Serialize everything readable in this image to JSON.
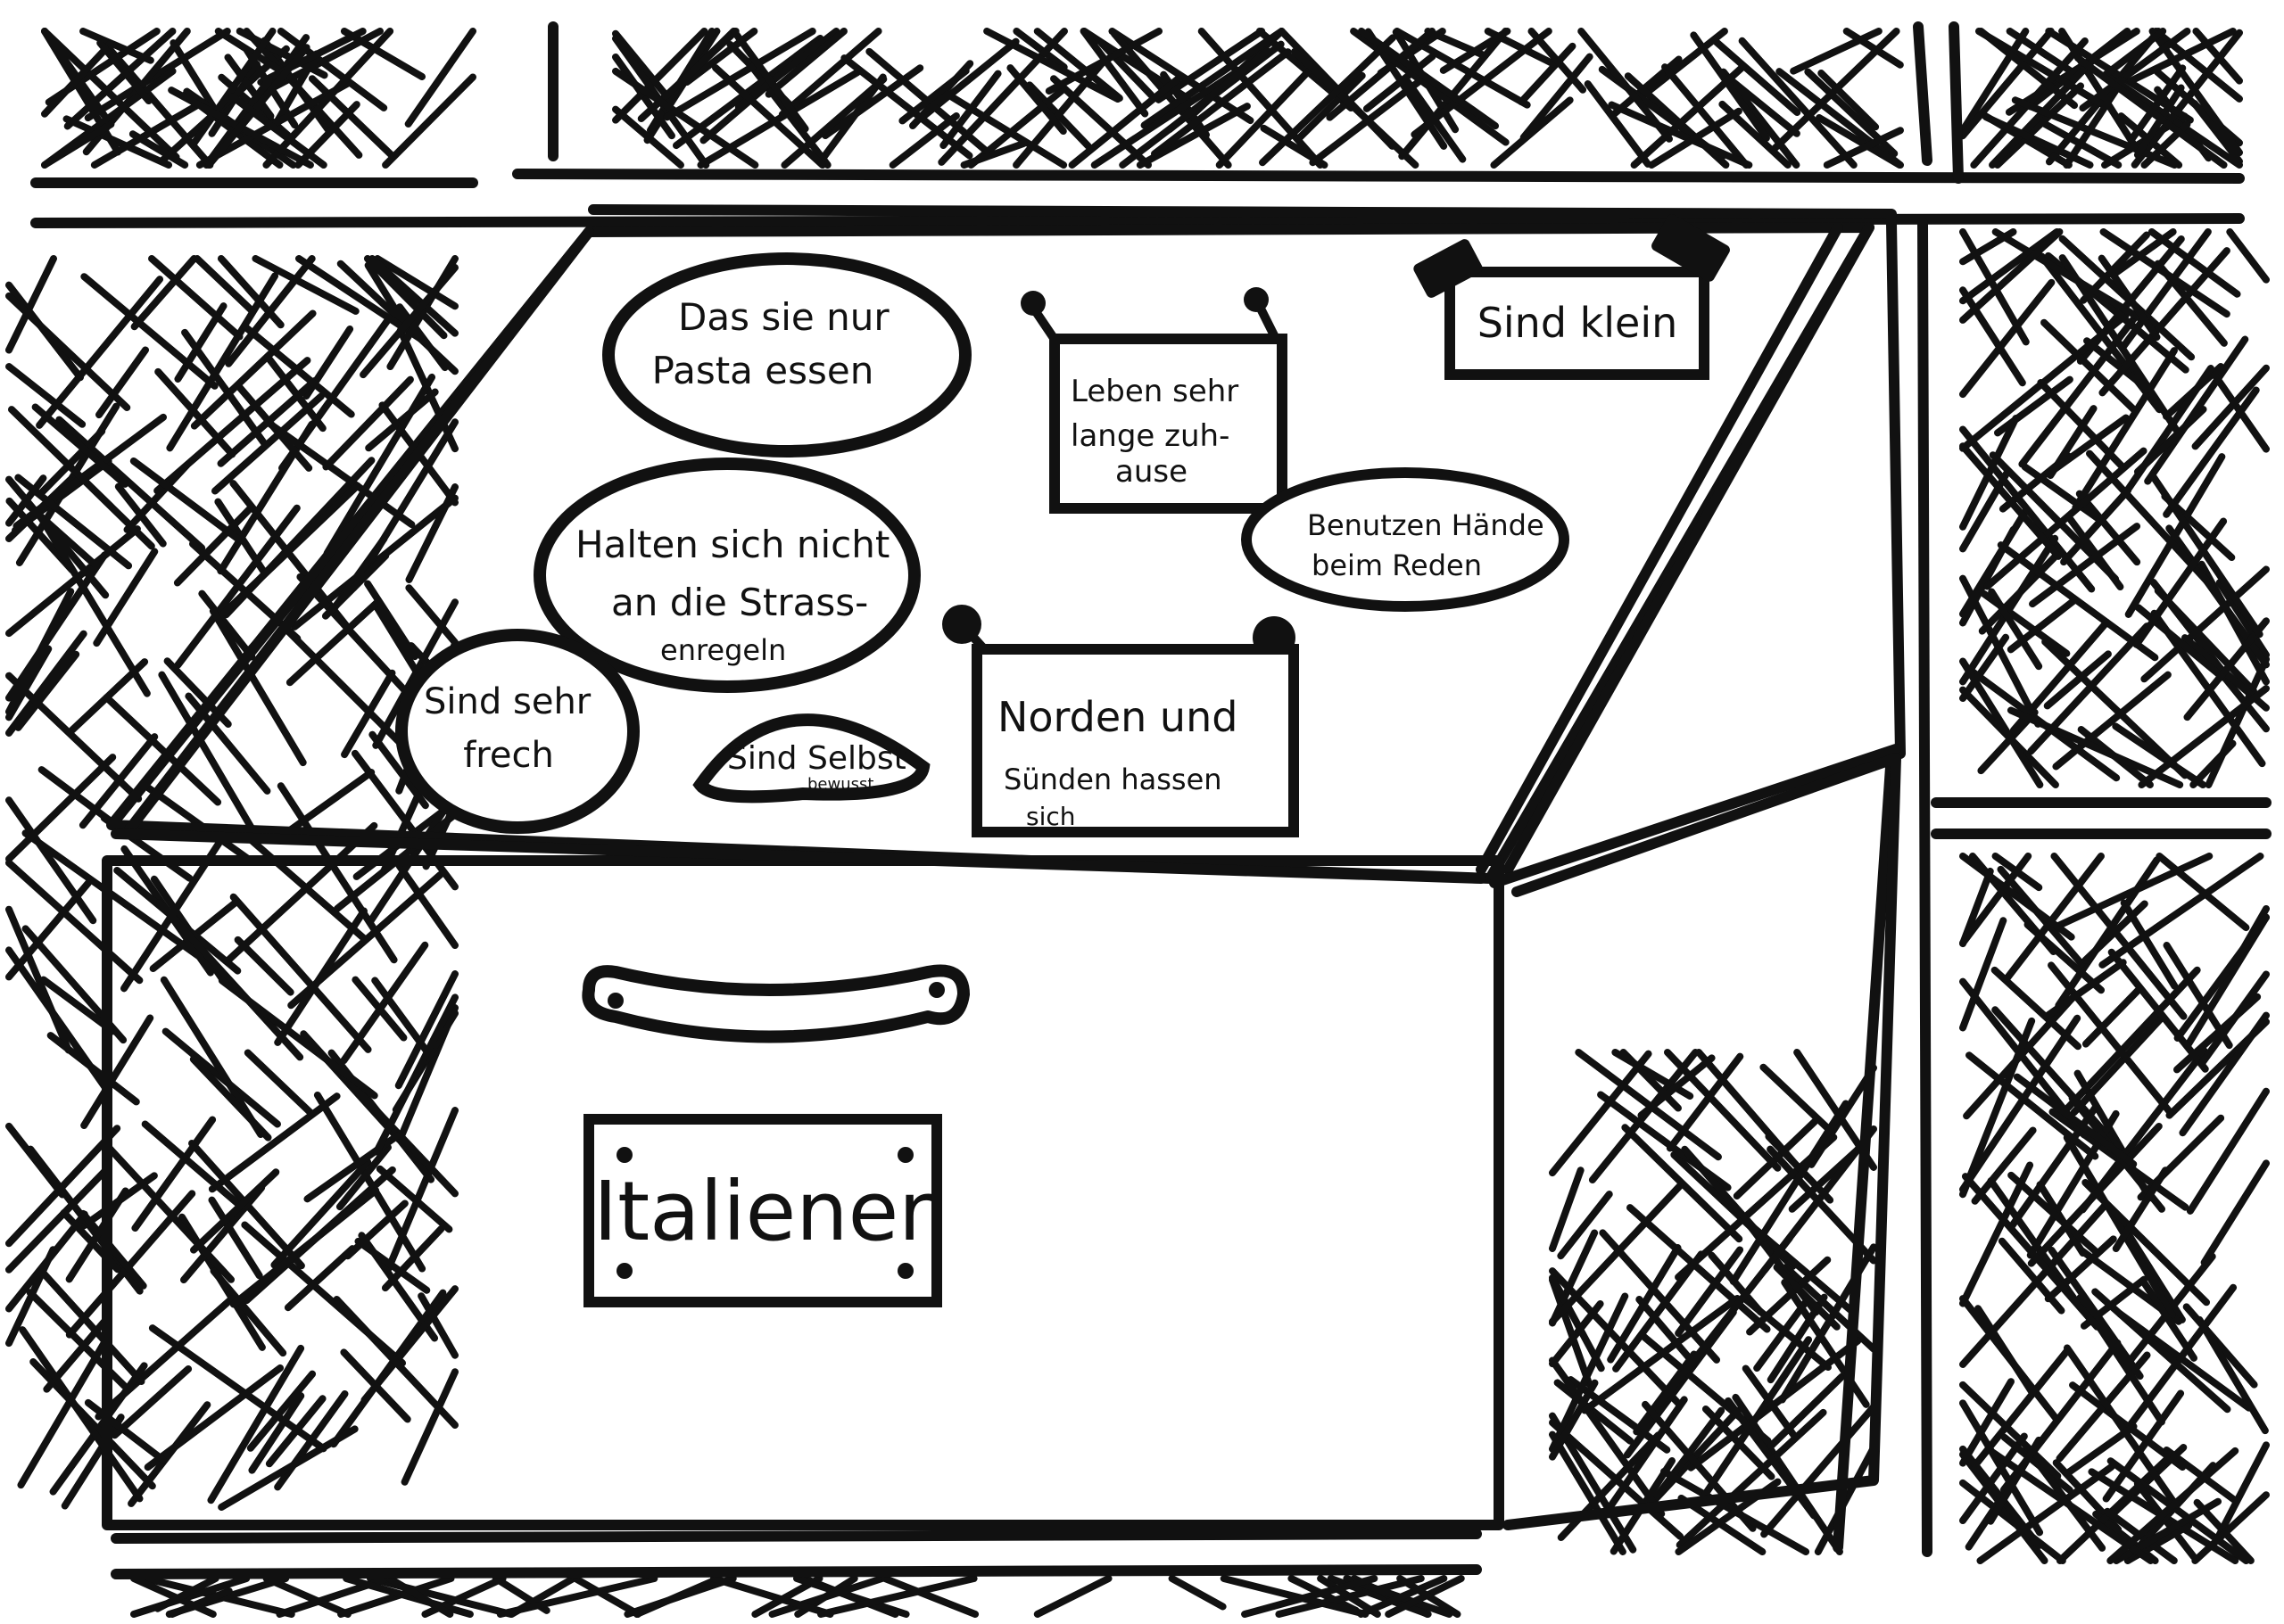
{
  "drawing": {
    "ink_color": "#111111",
    "paper_color": "#ffffff",
    "drawer_label": "Italiener",
    "notes": [
      {
        "id": "pasta",
        "shape": "oval",
        "lines": [
          "Das sie nur",
          "Pasta essen"
        ]
      },
      {
        "id": "zuhause",
        "shape": "hanging-sign",
        "lines": [
          "Leben sehr",
          "lange zuh-",
          "ause"
        ]
      },
      {
        "id": "klein",
        "shape": "taped-note",
        "lines": [
          "Sind klein"
        ]
      },
      {
        "id": "strasse",
        "shape": "oval",
        "lines": [
          "Halten sich nicht",
          "an die Strass-",
          "enregeln"
        ]
      },
      {
        "id": "haende",
        "shape": "oval",
        "lines": [
          "Benutzen Hände",
          "beim Reden"
        ]
      },
      {
        "id": "frech",
        "shape": "oval",
        "lines": [
          "Sind sehr",
          "frech"
        ]
      },
      {
        "id": "selbst",
        "shape": "oval",
        "lines": [
          "Sind Selbst",
          "bewusst"
        ]
      },
      {
        "id": "norden",
        "shape": "hanging-sign",
        "lines": [
          "Norden und",
          "Sünden hassen",
          "sich"
        ]
      }
    ]
  }
}
